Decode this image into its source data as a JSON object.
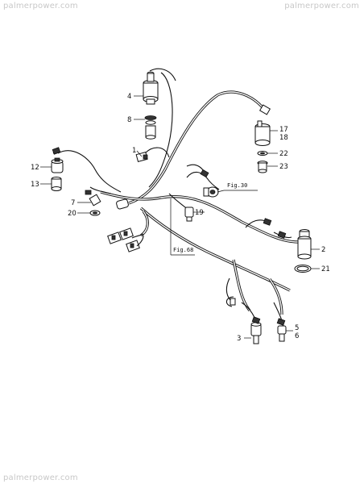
{
  "watermarks": {
    "left": "palmerpower.com",
    "right": "palmerpower.com",
    "bottom": "palmerpower.com"
  },
  "figure_refs": {
    "fig30": "Fig.30",
    "fig68": "Fig.68"
  },
  "callouts": [
    "1",
    "2",
    "3",
    "4",
    "5",
    "6",
    "7",
    "8",
    "12",
    "13",
    "17",
    "18",
    "19",
    "20",
    "21",
    "22",
    "23"
  ]
}
